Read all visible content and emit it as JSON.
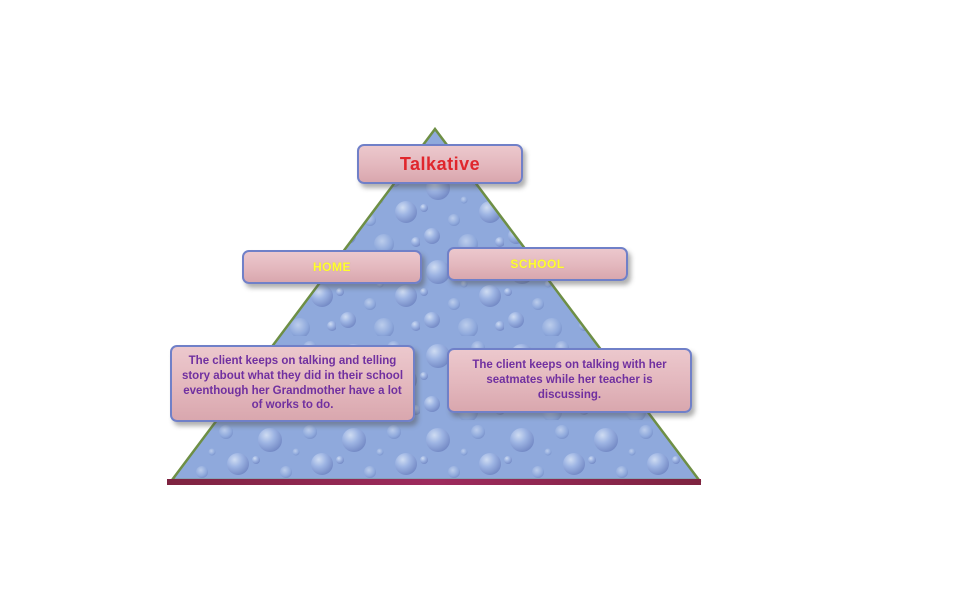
{
  "slide": {
    "background_color": "#FFFFFF",
    "pyramid": {
      "name": "talkative-behavior-pyramid",
      "fill_color": "#8FA9DC",
      "texture": "water-droplets",
      "border_color": "#6E8F45",
      "base_line_color": "#8E2C4E"
    },
    "title_box": {
      "label": "Talkative",
      "text_color": "#E0262C",
      "fill_color": "#E3B7BD",
      "border_color": "#7080C8"
    },
    "level2": [
      {
        "label": "HOME",
        "text_color": "#FFFF2E"
      },
      {
        "label": "SCHOOL",
        "text_color": "#FFFF2E"
      }
    ],
    "level3": [
      {
        "text": "The client keeps on talking and telling story about what they did in their school eventhough her Grandmother have a lot of works to do.",
        "text_color": "#7030A0"
      },
      {
        "text": "The client keeps on talking with her seatmates  while her teacher is discussing.",
        "text_color": "#7030A0"
      }
    ]
  }
}
